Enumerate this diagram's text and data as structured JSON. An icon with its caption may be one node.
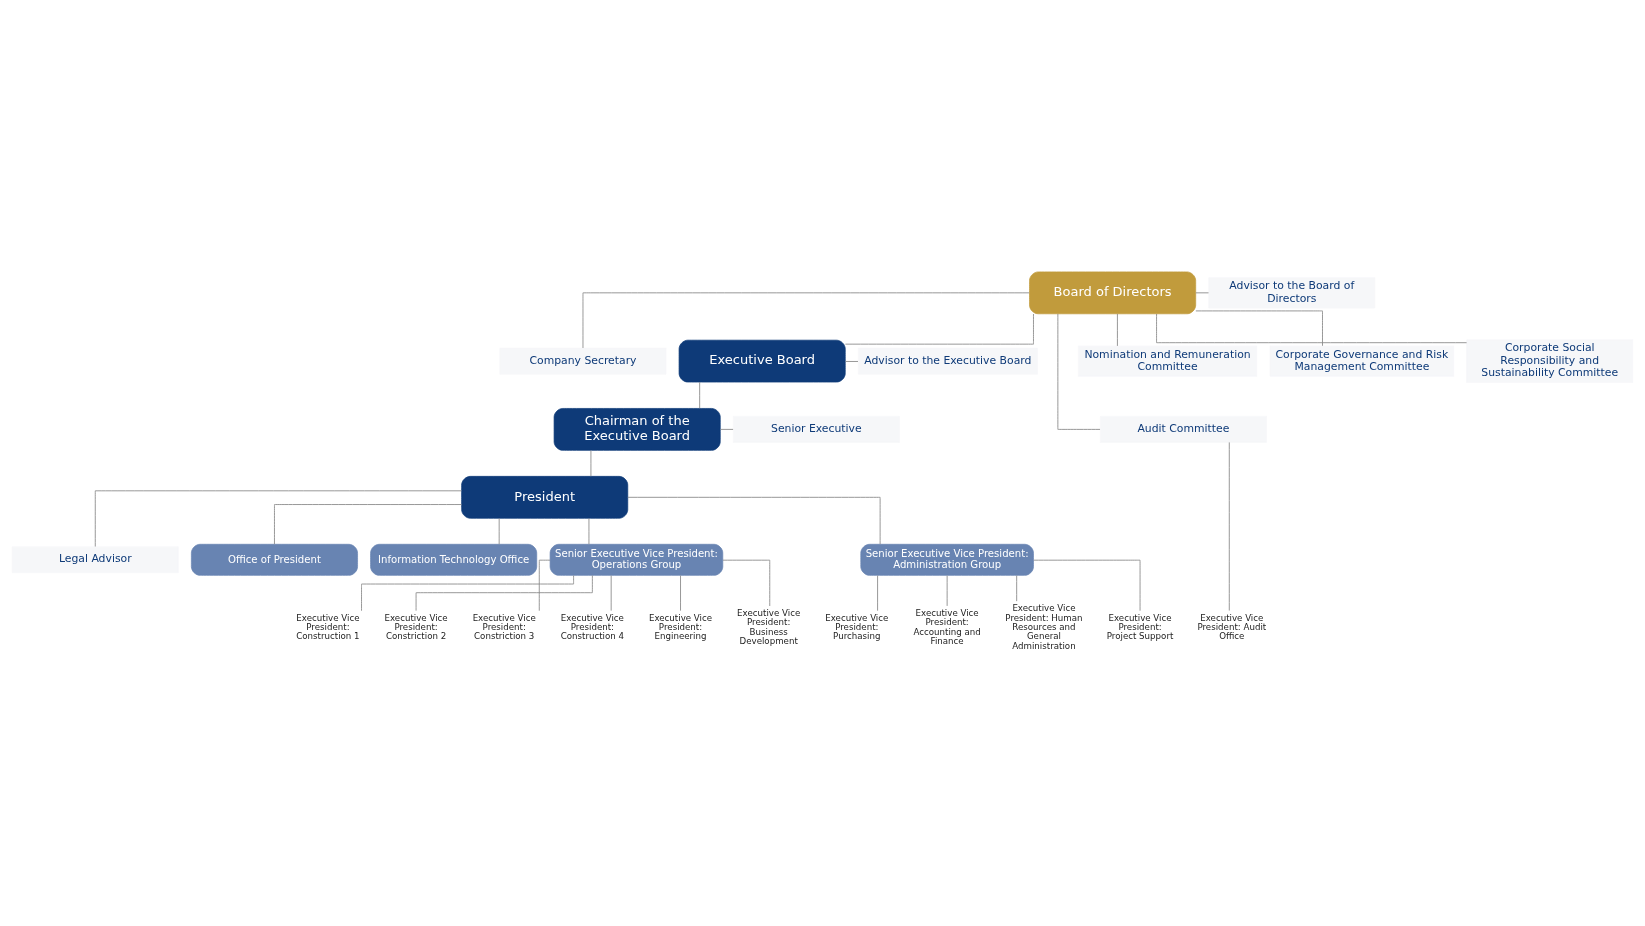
{
  "diagram": {
    "nodes": [
      {
        "text": [
          "Board of Directors"
        ]
      },
      {
        "text": [
          "Advisor to the Board of Directors"
        ]
      },
      {
        "text": [
          "Company Secretary"
        ]
      },
      {
        "text": [
          "Executive Board"
        ]
      },
      {
        "text": [
          "Advisor to the Executive Board"
        ]
      },
      {
        "text": [
          "Chairman of the Executive Board"
        ]
      },
      {
        "text": [
          "Senior Executive"
        ]
      },
      {
        "text": [
          "President"
        ]
      },
      {
        "text": [
          "Audit Committee"
        ]
      },
      {
        "text": [
          "Nomination and Remuneration Committee"
        ]
      },
      {
        "text": [
          "Corporate Governance and Risk Management Committee"
        ]
      },
      {
        "text": [
          "Corporate Social Responsibility and Sustainability Committee"
        ]
      },
      {
        "text": [
          "Legal Advisor"
        ]
      },
      {
        "text": [
          "Office of President"
        ]
      },
      {
        "text": [
          "Information Technology Office"
        ]
      },
      {
        "text": [
          "Senior Executive Vice President: Operations Group"
        ]
      },
      {
        "text": [
          "Senior Executive Vice President: Administration Group"
        ]
      },
      {
        "text": [
          "Executive Vice President: Construction 1"
        ]
      },
      {
        "text": [
          "Executive Vice President: Constriction 2"
        ]
      },
      {
        "text": [
          "Executive Vice President: Constriction 3"
        ]
      },
      {
        "text": [
          "Executive Vice President: Construction 4"
        ]
      },
      {
        "text": [
          "Executive Vice President: Engineering"
        ]
      },
      {
        "text": [
          "Executive Vice President: Business Development"
        ]
      },
      {
        "text": [
          "Executive Vice President: Purchasing"
        ]
      },
      {
        "text": [
          "Executive Vice President: Accounting and Finance"
        ]
      },
      {
        "text": [
          "Executive Vice President: Human Resources and General Administration"
        ]
      },
      {
        "text": [
          "Executive Vice President: Project Support"
        ]
      },
      {
        "text": [
          "Executive Vice President: Audit Office"
        ]
      }
    ],
    "edges": [
      {
        "from": 0,
        "to": 1,
        "arrow": "none"
      },
      {
        "from": 0,
        "to": 2,
        "arrow": "none"
      },
      {
        "from": 0,
        "to": 3,
        "arrow": "none"
      },
      {
        "from": 3,
        "to": 4,
        "arrow": "none"
      },
      {
        "from": 3,
        "to": 5,
        "arrow": "none"
      },
      {
        "from": 5,
        "to": 6,
        "arrow": "none"
      },
      {
        "from": 5,
        "to": 7,
        "arrow": "none"
      },
      {
        "from": 0,
        "to": 8,
        "arrow": "none"
      },
      {
        "from": 0,
        "to": 9,
        "arrow": "none"
      },
      {
        "from": 0,
        "to": 10,
        "arrow": "none"
      },
      {
        "from": 0,
        "to": 11,
        "arrow": "none"
      },
      {
        "from": 7,
        "to": 12,
        "arrow": "none"
      },
      {
        "from": 7,
        "to": 13,
        "arrow": "none"
      },
      {
        "from": 7,
        "to": 14,
        "arrow": "none"
      },
      {
        "from": 7,
        "to": 15,
        "arrow": "none"
      },
      {
        "from": 7,
        "to": 16,
        "arrow": "none"
      },
      {
        "from": 15,
        "to": 17,
        "arrow": "none"
      },
      {
        "from": 15,
        "to": 18,
        "arrow": "none"
      },
      {
        "from": 15,
        "to": 19,
        "arrow": "none"
      },
      {
        "from": 15,
        "to": 20,
        "arrow": "none"
      },
      {
        "from": 15,
        "to": 21,
        "arrow": "none"
      },
      {
        "from": 15,
        "to": 22,
        "arrow": "none"
      },
      {
        "from": 16,
        "to": 23,
        "arrow": "none"
      },
      {
        "from": 16,
        "to": 24,
        "arrow": "none"
      },
      {
        "from": 16,
        "to": 25,
        "arrow": "none"
      },
      {
        "from": 16,
        "to": 26,
        "arrow": "none"
      },
      {
        "from": 8,
        "to": 27,
        "arrow": "none"
      }
    ]
  }
}
